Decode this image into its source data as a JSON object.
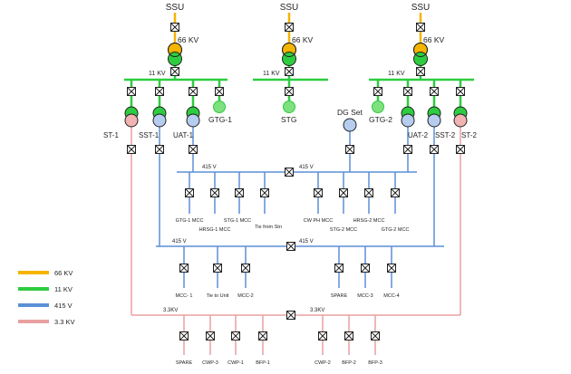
{
  "sources": {
    "ssu": "SSU"
  },
  "voltages": {
    "kv66": "66 KV",
    "kv11": "11 KV",
    "v415": "415 V",
    "kv33": "3.3KV"
  },
  "gens": {
    "gtg1": "GTG-1",
    "gtg2": "GTG-2",
    "stg": "STG",
    "dg": "DG Set"
  },
  "transformers": {
    "st1": "ST-1",
    "sst1": "SST-1",
    "uat1": "UAT-1",
    "uat2": "UAT-2",
    "sst2": "SST-2",
    "st2": "ST-2"
  },
  "feeders": {
    "gtg1_mcc": "GTG-1 MCC",
    "hrsg1_mcc": "HRSG-1 MCC",
    "stg1_mcc": "STG-1 MCC",
    "tie_stn": "Tie from Stn",
    "cwph_mcc": "CW PH MCC",
    "stg2_mcc": "STG-2 MCC",
    "hrsg2_mcc": "HRSG-2 MCC",
    "gtg2_mcc": "GTG-2 MCC",
    "mcc1": "MCC- 1",
    "tie_unit": "Tie to Unit",
    "mcc2": "MCC-2",
    "spare": "SPARE",
    "mcc3": "MCC-3",
    "mcc4": "MCC-4",
    "cwp3": "CWP-3",
    "cwp1": "CWP-1",
    "bfp1": "BFP-1",
    "cwp2": "CWP-2",
    "bfp2": "BFP-2",
    "bfp3": "BFP-3"
  },
  "legend": [
    {
      "label": "66 KV",
      "color": "#f5b400"
    },
    {
      "label": "11 KV",
      "color": "#2ecc40"
    },
    {
      "label": "415 V",
      "color": "#5b8fd6"
    },
    {
      "label": "3.3 KV",
      "color": "#e8a0a0"
    }
  ],
  "colors": {
    "kv66": "#f5b400",
    "kv11": "#2ecc40",
    "v415": "#5b8fd6",
    "kv33": "#e8a0a0"
  }
}
